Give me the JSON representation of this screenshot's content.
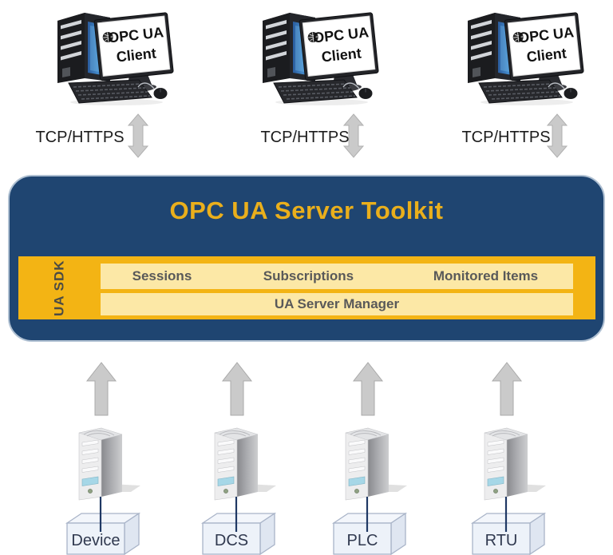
{
  "clients": [
    {
      "screen_line1": "OPC UA",
      "screen_line2": "Client",
      "protocol": "TCP/HTTPS"
    },
    {
      "screen_line1": "OPC UA",
      "screen_line2": "Client",
      "protocol": "TCP/HTTPS"
    },
    {
      "screen_line1": "OPC UA",
      "screen_line2": "Client",
      "protocol": "TCP/HTTPS"
    }
  ],
  "toolkit": {
    "title": "OPC UA Server Toolkit",
    "sdk_label": "UA SDK",
    "components": [
      "Sessions",
      "Subscriptions",
      "Monitored Items"
    ],
    "manager_label": "UA Server Manager"
  },
  "sources": [
    {
      "label": "Device"
    },
    {
      "label": "DCS"
    },
    {
      "label": "PLC"
    },
    {
      "label": "RTU"
    }
  ],
  "colors": {
    "panel_blue": "#1F4571",
    "panel_border": "#AFC0D2",
    "gold": "#F3B414",
    "light_yellow": "#FCE8A6",
    "title_gold": "#EAAF1C",
    "component_text": "#595959",
    "sdk_text": "#4B4B45",
    "protocol_text": "#1C1C1C",
    "arrow_gray": "#CACACA",
    "connector_navy": "#1F3864",
    "cube_text": "#30394F",
    "cube_line": "#A9B4C8"
  }
}
